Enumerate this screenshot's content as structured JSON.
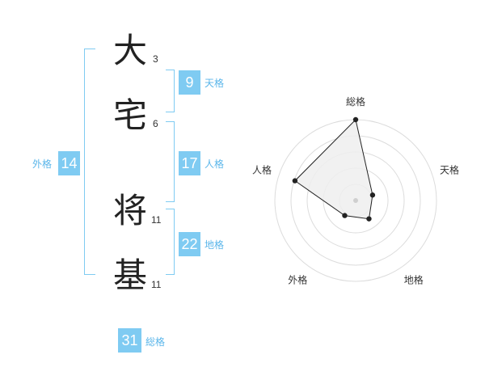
{
  "name_chars": [
    {
      "char": "大",
      "strokes": "3"
    },
    {
      "char": "宅",
      "strokes": "6"
    },
    {
      "char": "将",
      "strokes": "11"
    },
    {
      "char": "基",
      "strokes": "11"
    }
  ],
  "fortunes": {
    "tenkaku": {
      "value": "9",
      "label": "天格"
    },
    "jinkaku": {
      "value": "17",
      "label": "人格"
    },
    "chikaku": {
      "value": "22",
      "label": "地格"
    },
    "gaikaku": {
      "value": "14",
      "label": "外格"
    },
    "soukaku": {
      "value": "31",
      "label": "総格"
    }
  },
  "colors": {
    "accent": "#7fcbf2",
    "accent_text": "#5bb6ea",
    "radar_fill": "#eeeeee"
  },
  "chart_data": {
    "type": "radar",
    "axes": [
      "総格",
      "天格",
      "地格",
      "外格",
      "人格"
    ],
    "values": [
      1.0,
      0.22,
      0.28,
      0.23,
      0.79
    ],
    "range": [
      0,
      1
    ],
    "rings": 5
  }
}
